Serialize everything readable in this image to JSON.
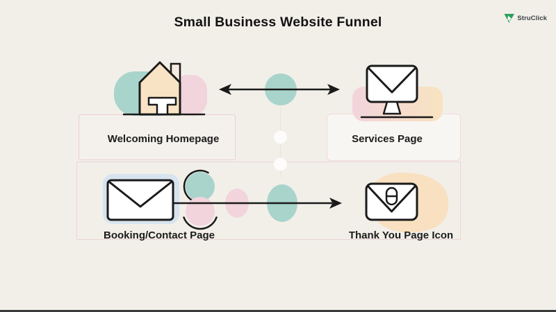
{
  "title": "Small Business Website Funnel",
  "brand": {
    "name": "StruClick",
    "green": "#2aa05a"
  },
  "diagram": {
    "nodes": [
      {
        "id": "homepage",
        "label": "Welcoming Homepage",
        "icon": "house-icon"
      },
      {
        "id": "services",
        "label": "Services Page",
        "icon": "monitor-envelope-icon"
      },
      {
        "id": "booking",
        "label": "Booking/Contact Page",
        "icon": "envelope-icon"
      },
      {
        "id": "thankyou",
        "label": "Thank You Page Icon",
        "icon": "envelope-lock-icon"
      }
    ],
    "connectors": [
      {
        "from": "homepage",
        "to": "services",
        "type": "double-headed-arrow"
      },
      {
        "from": "homepage",
        "to": "booking",
        "type": "dotted-line"
      },
      {
        "from": "booking",
        "to": "thankyou",
        "type": "arrow"
      }
    ]
  },
  "colors": {
    "background": "#f2efe9",
    "teal": "#a9d4cb",
    "pink": "#f2d4dd",
    "peach_house": "#f8e4c4",
    "light_blue": "#d7e4ef",
    "peach_blob": "#f8deba",
    "line": "#1a1a1a"
  }
}
